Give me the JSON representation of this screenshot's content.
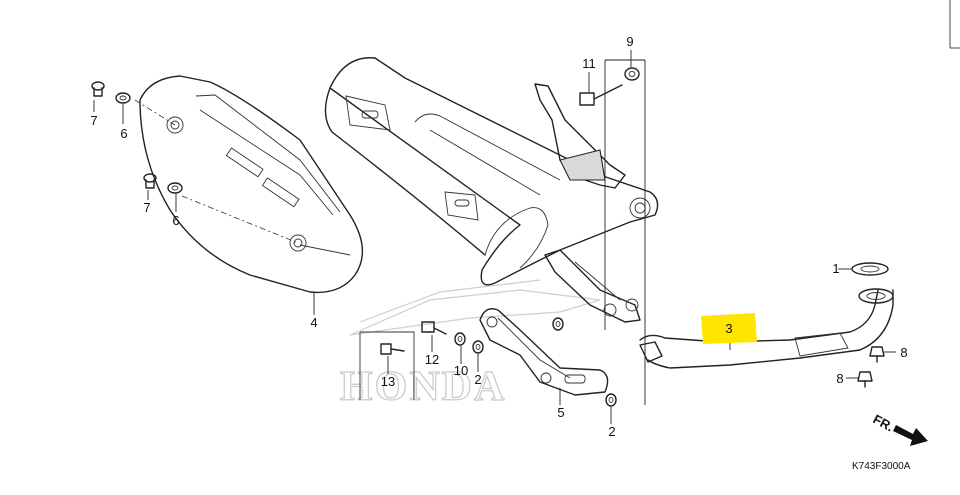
{
  "callouts": {
    "c1": "1",
    "c2a": "2",
    "c2b": "2",
    "c3": "3",
    "c4": "4",
    "c5": "5",
    "c6a": "6",
    "c6b": "6",
    "c7a": "7",
    "c7b": "7",
    "c8a": "8",
    "c8b": "8",
    "c9": "9",
    "c10": "10",
    "c11": "11",
    "c12": "12",
    "c13": "13"
  },
  "highlight_color": "#ffe600",
  "direction_label": "FR.",
  "diagram_code": "K743F3000A",
  "watermark": "HONDA",
  "icons": [
    "arrow-front-icon",
    "honda-wing-watermark"
  ]
}
